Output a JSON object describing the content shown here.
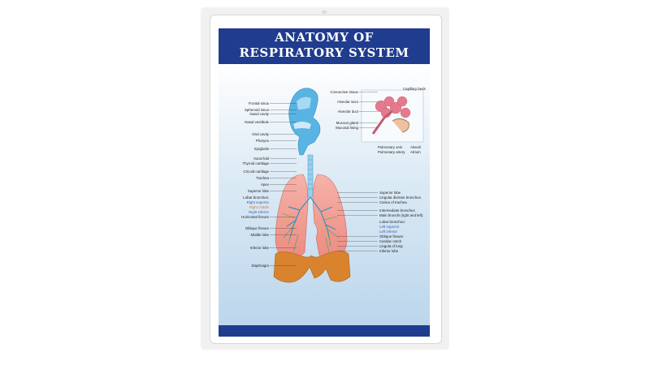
{
  "poster": {
    "title_line1": "ANATOMY OF",
    "title_line2": "RESPIRATORY SYSTEM"
  },
  "labels_left": [
    {
      "text": "Frontal sinus",
      "color": "dark"
    },
    {
      "text": "Sphenoid sinus",
      "color": "dark"
    },
    {
      "text": "Nasal cavity",
      "color": "dark"
    },
    {
      "text": "Nasal vestibule",
      "color": "dark"
    },
    {
      "text": "Oral cavity",
      "color": "dark"
    },
    {
      "text": "Pharynx",
      "color": "dark"
    },
    {
      "text": "Epiglottis",
      "color": "dark"
    },
    {
      "text": "Vocal fold",
      "color": "dark"
    },
    {
      "text": "Thyroid cartilage",
      "color": "dark"
    },
    {
      "text": "Cricoid cartilage",
      "color": "dark"
    },
    {
      "text": "Trachea",
      "color": "dark"
    },
    {
      "text": "Apex",
      "color": "dark"
    },
    {
      "text": "Superior lobe",
      "color": "dark"
    },
    {
      "text": "Lobar bronchus:",
      "color": "dark"
    },
    {
      "text": "Right superior",
      "color": "blue"
    },
    {
      "text": "Right middle",
      "color": "orange"
    },
    {
      "text": "Right inferior",
      "color": "blue"
    },
    {
      "text": "Horizontal fissure",
      "color": "dark"
    },
    {
      "text": "Oblique fissure",
      "color": "dark"
    },
    {
      "text": "Middle lobe",
      "color": "dark"
    },
    {
      "text": "Inferior lobe",
      "color": "dark"
    },
    {
      "text": "Diaphragm",
      "color": "dark"
    }
  ],
  "labels_inset": [
    {
      "text": "Connective tissue",
      "color": "dark"
    },
    {
      "text": "Alveolar sacs",
      "color": "dark"
    },
    {
      "text": "Alveolar duct",
      "color": "dark"
    },
    {
      "text": "Mucous gland",
      "color": "dark"
    },
    {
      "text": "Mucosal lining",
      "color": "dark"
    },
    {
      "text": "Capillary beds",
      "color": "dark"
    },
    {
      "text": "Pulmonary vein",
      "color": "dark"
    },
    {
      "text": "Pulmonary artery",
      "color": "dark"
    },
    {
      "text": "Alveoli",
      "color": "dark"
    },
    {
      "text": "Atrium",
      "color": "dark"
    }
  ],
  "labels_right": [
    {
      "text": "Superior lobe",
      "color": "dark"
    },
    {
      "text": "Lingular division bronchus",
      "color": "dark"
    },
    {
      "text": "Carina of trachea",
      "color": "dark"
    },
    {
      "text": "Intermediate bronchus",
      "color": "dark"
    },
    {
      "text": "Main bronchi (right and left)",
      "color": "dark"
    },
    {
      "text": "Lobar bronchus:",
      "color": "dark"
    },
    {
      "text": "Left superior",
      "color": "blue"
    },
    {
      "text": "Left inferior",
      "color": "blue"
    },
    {
      "text": "Oblique fissure",
      "color": "dark"
    },
    {
      "text": "Cardiac notch",
      "color": "dark"
    },
    {
      "text": "Lingula of lung",
      "color": "dark"
    },
    {
      "text": "Inferior lobe",
      "color": "dark"
    }
  ],
  "colors": {
    "banner": "#1f3c8e",
    "airway": "#58b4e3",
    "lung": "#f09a8f",
    "diaphragm": "#d9832e",
    "alveoli": "#e57a8e",
    "label_blue": "#3a5bb8",
    "label_orange": "#d9822b"
  }
}
